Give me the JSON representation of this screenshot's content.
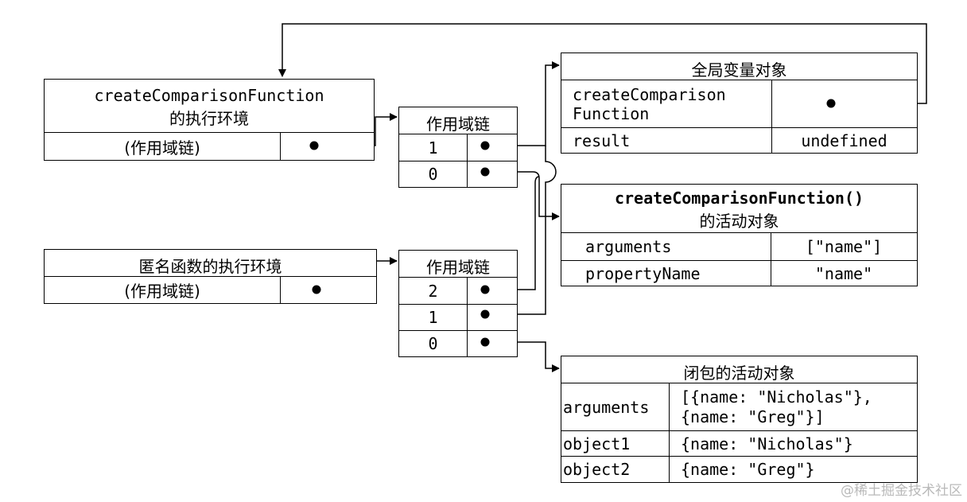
{
  "exec_ctx_create": {
    "title_line1": "createComparisonFunction",
    "title_line2": "的执行环境",
    "scope_label": "(作用域链)"
  },
  "exec_ctx_anon": {
    "title": "匿名函数的执行环境",
    "scope_label": "(作用域链)"
  },
  "scope_chain_1": {
    "title": "作用域链",
    "indices": [
      "1",
      "0"
    ]
  },
  "scope_chain_2": {
    "title": "作用域链",
    "indices": [
      "2",
      "1",
      "0"
    ]
  },
  "global_var_obj": {
    "title": "全局变量对象",
    "rows": [
      {
        "key_line1": "createComparison",
        "key_line2": "Function",
        "value": ""
      },
      {
        "key": "result",
        "value": "undefined"
      }
    ]
  },
  "create_activation_obj": {
    "title_line1": "createComparisonFunction()",
    "title_line2": "的活动对象",
    "rows": [
      {
        "key": "arguments",
        "value": "[\"name\"]"
      },
      {
        "key": "propertyName",
        "value": "\"name\""
      }
    ]
  },
  "closure_activation_obj": {
    "title": "闭包的活动对象",
    "rows": [
      {
        "key": "arguments",
        "value_line1": "[{name: \"Nicholas\"},",
        "value_line2": "{name: \"Greg\"}]"
      },
      {
        "key": "object1",
        "value": "{name: \"Nicholas\"}"
      },
      {
        "key": "object2",
        "value": "{name: \"Greg\"}"
      }
    ]
  },
  "watermark": "@稀土掘金技术社区"
}
